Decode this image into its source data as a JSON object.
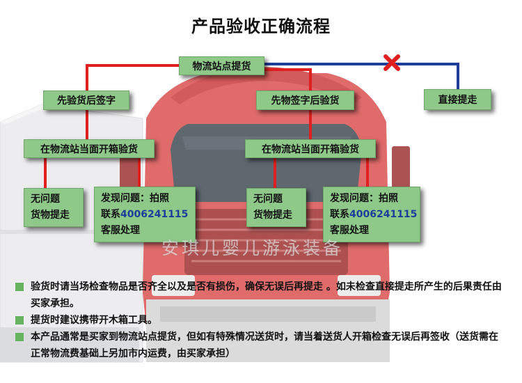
{
  "title": "产品验收正确流程",
  "colors": {
    "box_fill": "#8fc98a",
    "red_line": "#e02020",
    "blue_line": "#1f3d9a",
    "cross": "#e02020",
    "bullet": "#67b35f"
  },
  "nodes": {
    "pickup_at_station": "物流站点提货",
    "inspect_then_sign": "先验货后签字",
    "sign_then_inspect": "先物签字后验货",
    "direct_pickup": "直接提走",
    "left_open_box": "在物流站当面开箱验货",
    "right_open_box": "在物流站当面开箱验货",
    "left_ok": {
      "line1": "无问题",
      "line2": "货物提走"
    },
    "left_issue": {
      "line1": "发现问题：拍照",
      "contact": "联系",
      "phone": "4006241115",
      "line3": "客服处理"
    },
    "right_ok": {
      "line1": "无问题",
      "line2": "货物提走"
    },
    "right_issue": {
      "line1": "发现问题：拍照",
      "contact": "联系",
      "phone": "4006241115",
      "line3": "客服处理"
    }
  },
  "cross_mark": "×",
  "watermark": "安琪儿婴儿游泳装备",
  "notes": [
    "验货时请当场检查物品是否齐全以及是否有损伤，确保无误后再提走 。如未检查直接提走所产生的后果责任由买家承担。",
    "提货时建议携带开木箱工具。",
    "本产品通常是买家到物流站点提货，但如有特殊情况送货时，请当着送货人开箱检查无误后再签收（送货需在正常物流费基础上另加市内运费，由买家承担）"
  ],
  "icons": [
    "truck-illustration",
    "square-bullet-icon",
    "cross-icon"
  ]
}
